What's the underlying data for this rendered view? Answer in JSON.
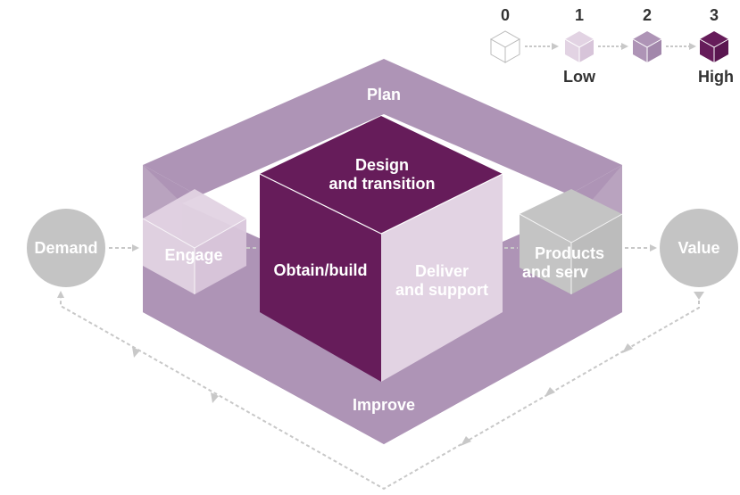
{
  "legend": {
    "levels": [
      "0",
      "1",
      "2",
      "3"
    ],
    "low_label": "Low",
    "high_label": "High"
  },
  "labels": {
    "plan": "Plan",
    "improve": "Improve",
    "engage": "Engage",
    "design_line1": "Design",
    "design_line2": "and transition",
    "obtain_build": "Obtain/build",
    "deliver_line1": "Deliver",
    "deliver_line2": "and support",
    "products_line1": "Products",
    "products_line2": "and serv",
    "demand": "Demand",
    "value": "Value"
  },
  "colors": {
    "level0": "#ffffff",
    "level1": "#e2d3e3",
    "level2": "#ae94b6",
    "level3": "#661c5a",
    "gray": "#c4c4c4",
    "arrow": "#c8c8c8"
  }
}
